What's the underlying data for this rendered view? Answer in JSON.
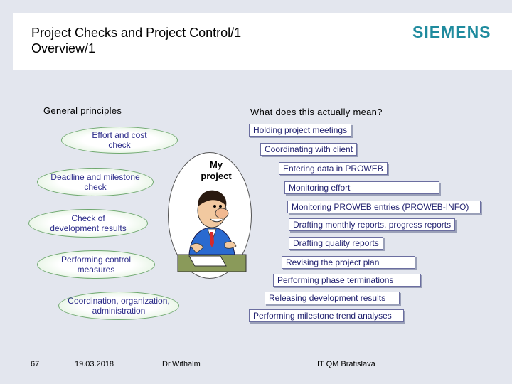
{
  "header": {
    "title_line1": "Project Checks and Project Control/1",
    "title_line2": "Overview/1",
    "logo": "SIEMENS"
  },
  "left": {
    "heading": "General principles",
    "items": [
      "Effort and cost\ncheck",
      "Deadline and milestone\ncheck",
      "Check of\ndevelopment results",
      "Performing control\nmeasures",
      "Coordination, organization,\nadministration"
    ]
  },
  "center": {
    "label": "My\nproject"
  },
  "right": {
    "heading": "What does this actually mean?",
    "items": [
      "Holding project meetings",
      "Coordinating with client",
      "Entering data in PROWEB",
      "Monitoring effort",
      "Monitoring PROWEB entries (PROWEB-INFO)",
      "Drafting monthly reports, progress reports",
      "Drafting quality reports",
      "Revising the project plan",
      "Performing phase terminations",
      "Releasing development results",
      "Performing milestone trend analyses"
    ]
  },
  "footer": {
    "page": "67",
    "date": "19.03.2018",
    "author": "Dr.Withalm",
    "org": "IT QM Bratislava"
  }
}
